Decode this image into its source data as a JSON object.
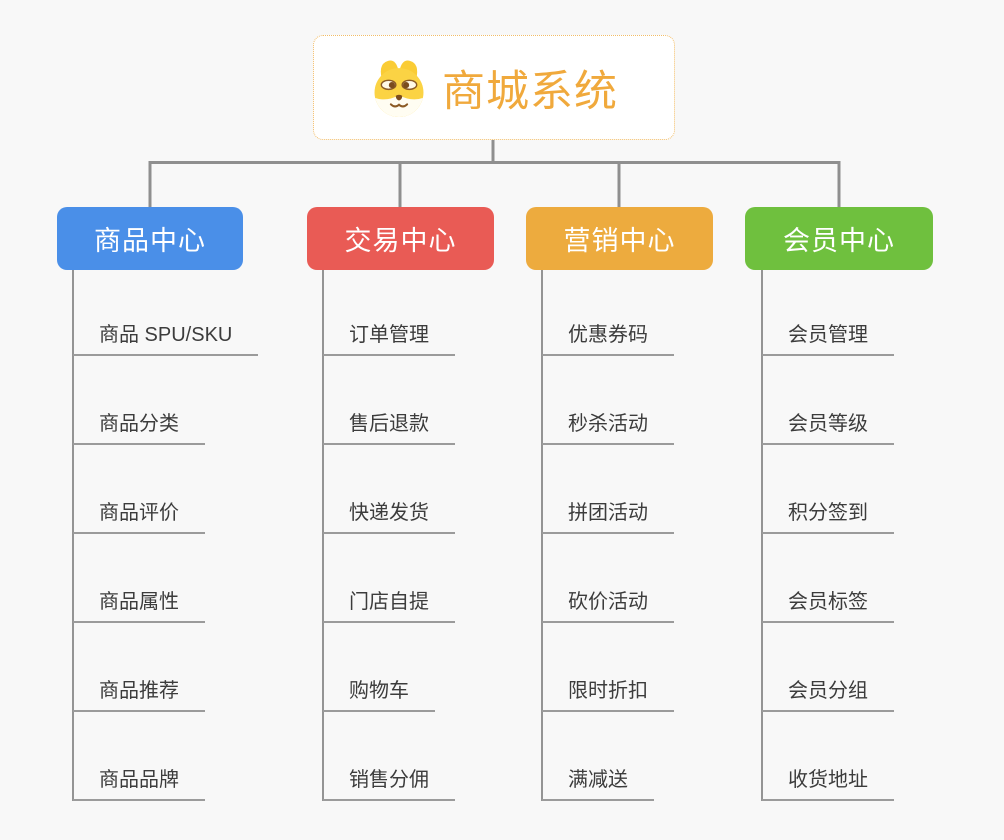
{
  "root": {
    "title": "商城系统",
    "icon": "dog-face-icon",
    "title_color": "#F0A93C",
    "border_color": "#F2BD68"
  },
  "connector_color": "#8F8F8F",
  "branches": [
    {
      "label": "商品中心",
      "color": "#4A8FE8",
      "items": [
        "商品 SPU/SKU",
        "商品分类",
        "商品评价",
        "商品属性",
        "商品推荐",
        "商品品牌"
      ]
    },
    {
      "label": "交易中心",
      "color": "#E95B55",
      "items": [
        "订单管理",
        "售后退款",
        "快递发货",
        "门店自提",
        "购物车",
        "销售分佣"
      ]
    },
    {
      "label": "营销中心",
      "color": "#EDAB3E",
      "items": [
        "优惠券码",
        "秒杀活动",
        "拼团活动",
        "砍价活动",
        "限时折扣",
        "满减送"
      ]
    },
    {
      "label": "会员中心",
      "color": "#6FC03E",
      "items": [
        "会员管理",
        "会员等级",
        "积分签到",
        "会员标签",
        "会员分组",
        "收货地址"
      ]
    }
  ]
}
